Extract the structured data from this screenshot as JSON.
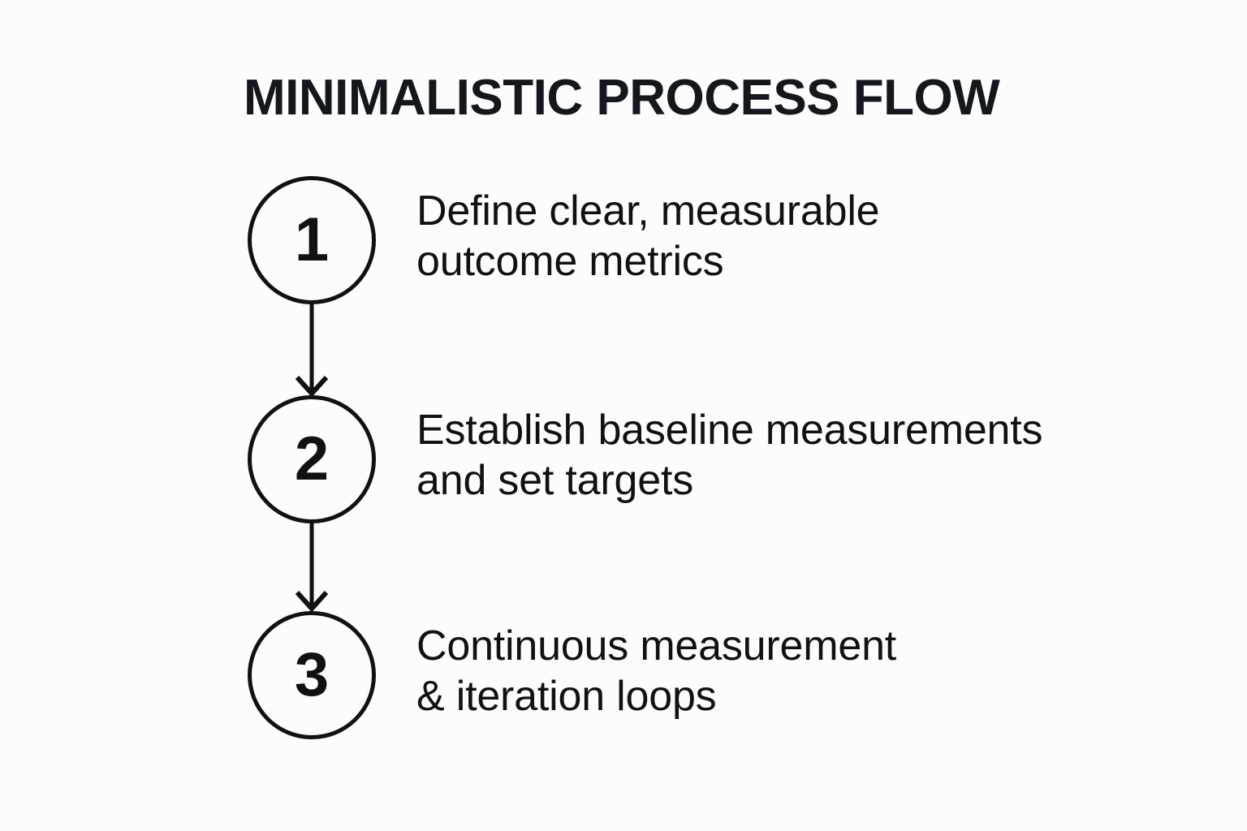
{
  "page": {
    "title": "MINIMALISTIC PROCESS FLOW",
    "background_color": "#fcfcfc",
    "ink_color": "#111111"
  },
  "flow": {
    "orientation": "vertical",
    "steps": [
      {
        "number": "1",
        "line1": "Define clear, measurable",
        "line2": "outcome metrics"
      },
      {
        "number": "2",
        "line1": "Establish baseline measurements",
        "line2": "and set targets"
      },
      {
        "number": "3",
        "line1": "Continuous measurement",
        "line2": "& iteration loops"
      }
    ],
    "connectors": [
      {
        "from": "1",
        "to": "2",
        "style": "down-arrow"
      },
      {
        "from": "2",
        "to": "3",
        "style": "down-arrow"
      }
    ]
  }
}
